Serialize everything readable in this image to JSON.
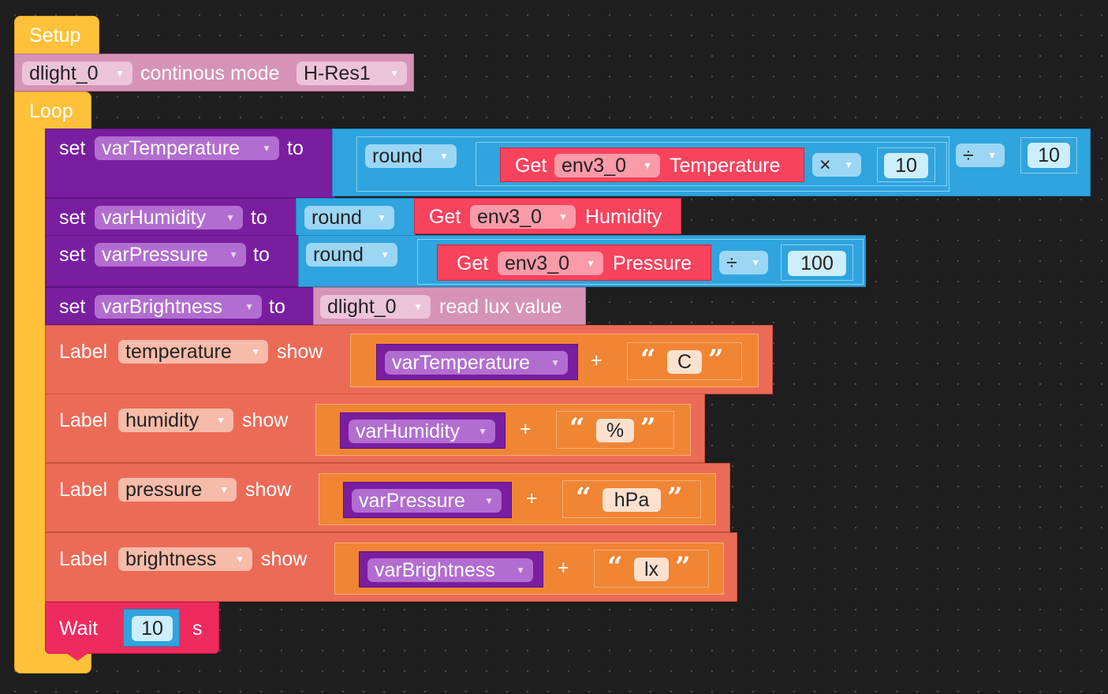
{
  "setup": {
    "label": "Setup"
  },
  "dlight_init": {
    "sensor": "dlight_0",
    "text": "continous mode",
    "mode": "H-Res1"
  },
  "loop": {
    "label": "Loop"
  },
  "set_label": "set",
  "to_label": "to",
  "round_label": "round",
  "get_label": "Get",
  "env_sensor": "env3_0",
  "stmt_temp": {
    "var": "varTemperature",
    "property": "Temperature",
    "mul_op": "×",
    "mul_value": "10",
    "div_op": "÷",
    "div_value": "10"
  },
  "stmt_hum": {
    "var": "varHumidity",
    "property": "Humidity"
  },
  "stmt_pres": {
    "var": "varPressure",
    "property": "Pressure",
    "div_op": "÷",
    "div_value": "100"
  },
  "stmt_bright": {
    "var": "varBrightness",
    "sensor": "dlight_0",
    "text": "read lux value"
  },
  "label_word": "Label",
  "show_word": "show",
  "plus": "+",
  "labels": [
    {
      "name": "temperature",
      "var": "varTemperature",
      "suffix": "C"
    },
    {
      "name": "humidity",
      "var": "varHumidity",
      "suffix": "%"
    },
    {
      "name": "pressure",
      "var": "varPressure",
      "suffix": "hPa"
    },
    {
      "name": "brightness",
      "var": "varBrightness",
      "suffix": "lx"
    }
  ],
  "wait": {
    "label": "Wait",
    "value": "10",
    "unit": "s"
  },
  "colors": {
    "setup": "#ffc13a",
    "device": "#d693b6",
    "variable": "#7a1ea0",
    "math": "#2fa4de",
    "sensor_get": "#f8435d",
    "label": "#ec6b57",
    "text_join": "#f08534",
    "wait": "#ef2a5f"
  }
}
